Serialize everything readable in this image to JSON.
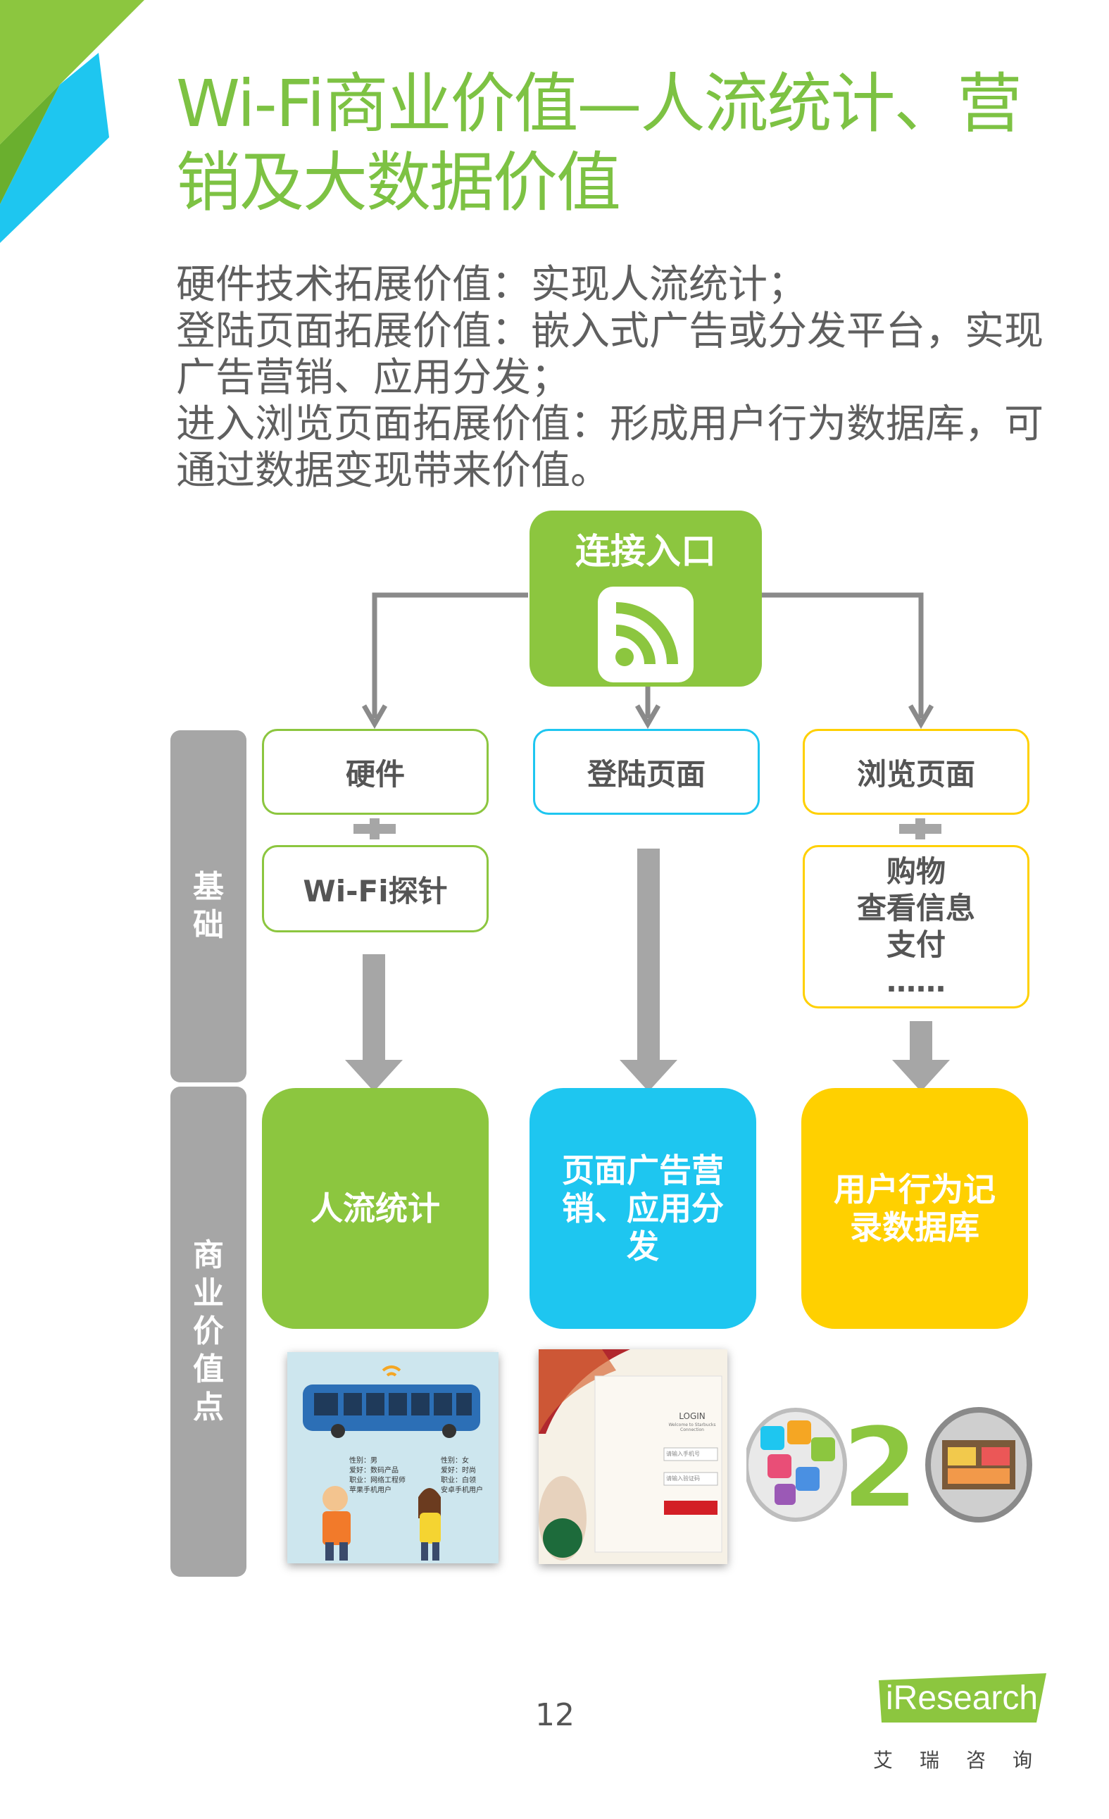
{
  "title": "Wi-Fi商业价值—人流统计、营销及大数据价值",
  "intro": [
    "硬件技术拓展价值：实现人流统计；",
    "登陆页面拓展价值：嵌入式广告或分发平台，实现广告营销、应用分发；",
    "进入浏览页面拓展价值：形成用户行为数据库，可通过数据变现带来价值。"
  ],
  "diagram": {
    "entry": {
      "label": "连接入口",
      "icon": "wifi-rss-icon"
    },
    "side_labels": {
      "base": "基础",
      "value": "商业价值点"
    },
    "columns": [
      {
        "top": "硬件",
        "detail": "Wi-Fi探针",
        "value": "人流统计",
        "color": "#8cc63f"
      },
      {
        "top": "登陆页面",
        "value": "页面广告营销、应用分发",
        "color": "#1ec6f0"
      },
      {
        "top": "浏览页面",
        "detail_lines": [
          "购物",
          "查看信息",
          "支付",
          "……"
        ],
        "value": "用户行为记录数据库",
        "color": "#ffd000"
      }
    ],
    "illustrations": {
      "hardware": {
        "left_tags": [
          "性别：男",
          "爱好：数码产品",
          "职业：网络工程师",
          "苹果手机用户"
        ],
        "right_tags": [
          "性别：女",
          "爱好：时尚",
          "职业：白领",
          "安卓手机用户"
        ]
      },
      "login": {
        "heading": "LOGIN",
        "welcome": "Welcome to Starbucks Connection",
        "phone_placeholder": "请输入手机号",
        "code_placeholder": "请输入验证码"
      },
      "o2o": {
        "text": "O2O"
      }
    }
  },
  "footer": {
    "page": "12",
    "brand": "iResearch",
    "brand_cn": "艾瑞咨询"
  },
  "colors": {
    "green": "#8cc63f",
    "blue": "#1ec6f0",
    "yellow": "#ffd000",
    "gray": "#a6a6a6",
    "title": "#7dc243"
  }
}
